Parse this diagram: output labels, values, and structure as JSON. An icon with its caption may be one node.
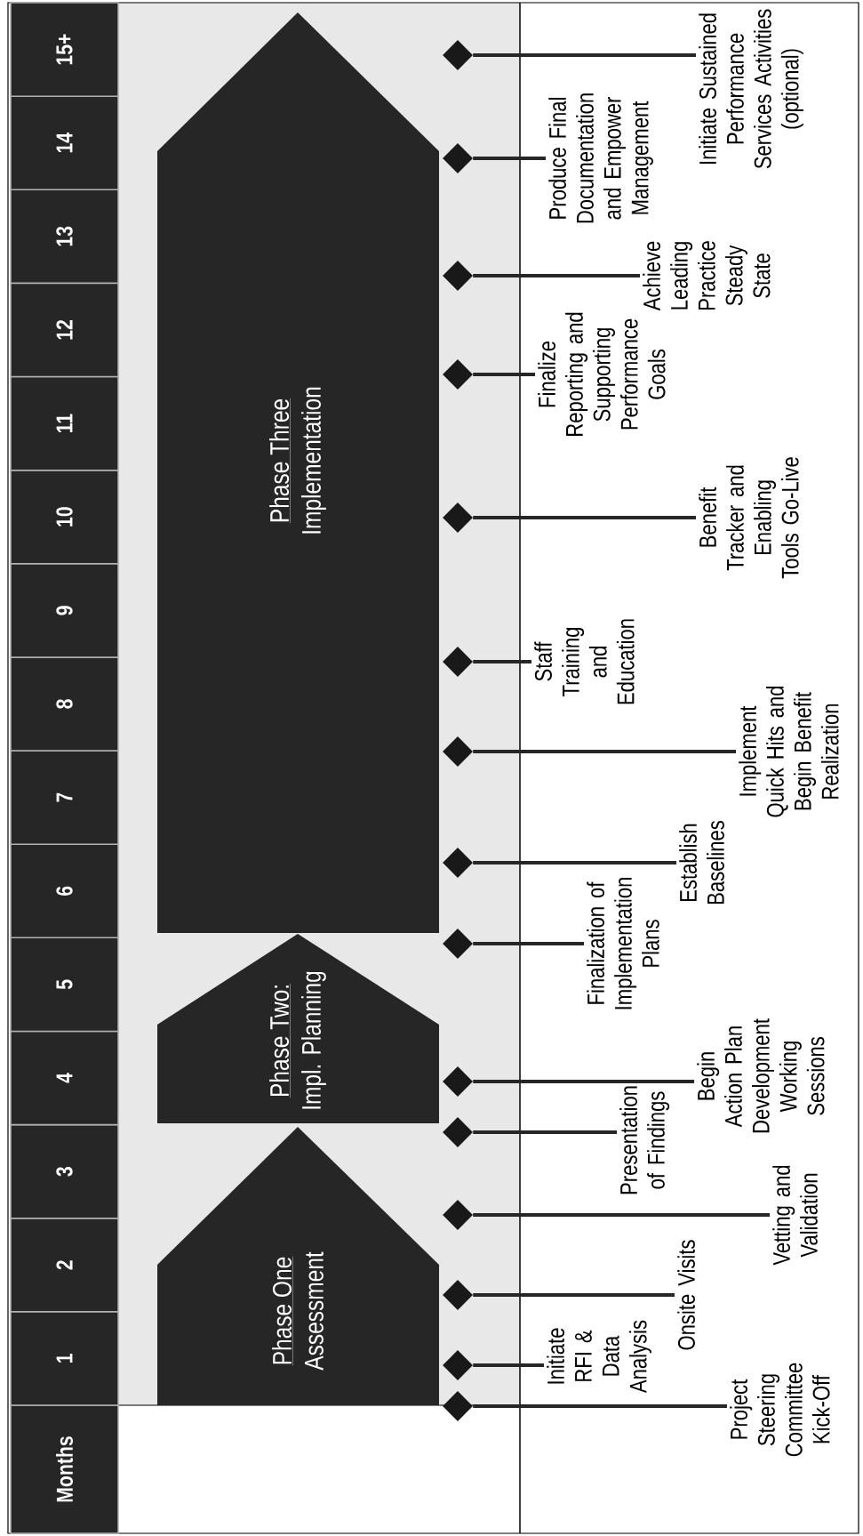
{
  "diagram": {
    "nodes": [
      {
        "text": [
          "Phase One",
          "Assessment"
        ]
      },
      {
        "text": [
          "Phase Two:",
          "Impl. Planning"
        ]
      },
      {
        "text": [
          "Phase Three",
          "Implementation"
        ]
      },
      {
        "text": [],
        "shape": "diamond"
      },
      {
        "text": [
          "Project Steering Committee Kick-Off"
        ]
      },
      {
        "text": [],
        "shape": "diamond"
      },
      {
        "text": [
          "Initiate RFI & Data Analysis"
        ]
      },
      {
        "text": [],
        "shape": "diamond"
      },
      {
        "text": [
          "Onsite Visits"
        ]
      },
      {
        "text": [],
        "shape": "diamond"
      },
      {
        "text": [
          "Vetting and Validation"
        ]
      },
      {
        "text": [],
        "shape": "diamond"
      },
      {
        "text": [
          "Presentation of Findings"
        ]
      },
      {
        "text": [],
        "shape": "diamond"
      },
      {
        "text": [
          "Begin Action Plan Development Working Sessions"
        ]
      },
      {
        "text": [],
        "shape": "diamond"
      },
      {
        "text": [
          "Finalization of Implementation Plans"
        ]
      },
      {
        "text": [],
        "shape": "diamond"
      },
      {
        "text": [
          "Establish Baselines"
        ]
      },
      {
        "text": [],
        "shape": "diamond"
      },
      {
        "text": [
          "Implement Quick Hits and Begin Benefit Realization"
        ]
      },
      {
        "text": [],
        "shape": "diamond"
      },
      {
        "text": [
          "Staff Training and Education"
        ]
      },
      {
        "text": [],
        "shape": "diamond"
      },
      {
        "text": [
          "Benefit Tracker and Enabling Tools Go-Live"
        ]
      },
      {
        "text": [],
        "shape": "diamond"
      },
      {
        "text": [
          "Finalize Reporting and Supporting Performance Goals"
        ]
      },
      {
        "text": [],
        "shape": "diamond"
      },
      {
        "text": [
          "Achieve Leading Practice Steady State"
        ]
      },
      {
        "text": [],
        "shape": "diamond"
      },
      {
        "text": [
          "Produce Final Documentation and Empower Management"
        ]
      },
      {
        "text": [],
        "shape": "diamond"
      },
      {
        "text": [
          "Initiate Sustained Performance Services Activities (optional)"
        ]
      }
    ],
    "edges": [
      {
        "from": 3,
        "to": 4,
        "arrow": "none"
      },
      {
        "from": 5,
        "to": 6,
        "arrow": "none"
      },
      {
        "from": 7,
        "to": 8,
        "arrow": "none"
      },
      {
        "from": 9,
        "to": 10,
        "arrow": "none"
      },
      {
        "from": 11,
        "to": 12,
        "arrow": "none"
      },
      {
        "from": 13,
        "to": 14,
        "arrow": "none"
      },
      {
        "from": 15,
        "to": 16,
        "arrow": "none"
      },
      {
        "from": 17,
        "to": 18,
        "arrow": "none"
      },
      {
        "from": 19,
        "to": 20,
        "arrow": "none"
      },
      {
        "from": 21,
        "to": 22,
        "arrow": "none"
      },
      {
        "from": 23,
        "to": 24,
        "arrow": "none"
      },
      {
        "from": 25,
        "to": 26,
        "arrow": "none"
      },
      {
        "from": 27,
        "to": 28,
        "arrow": "none"
      },
      {
        "from": 29,
        "to": 30,
        "arrow": "none"
      },
      {
        "from": 31,
        "to": 32,
        "arrow": "none"
      }
    ],
    "labels": [
      "Months",
      "1",
      "2",
      "3",
      "4",
      "5",
      "6",
      "7",
      "8",
      "9",
      "10",
      "11",
      "12",
      "13",
      "14",
      "15+"
    ]
  }
}
